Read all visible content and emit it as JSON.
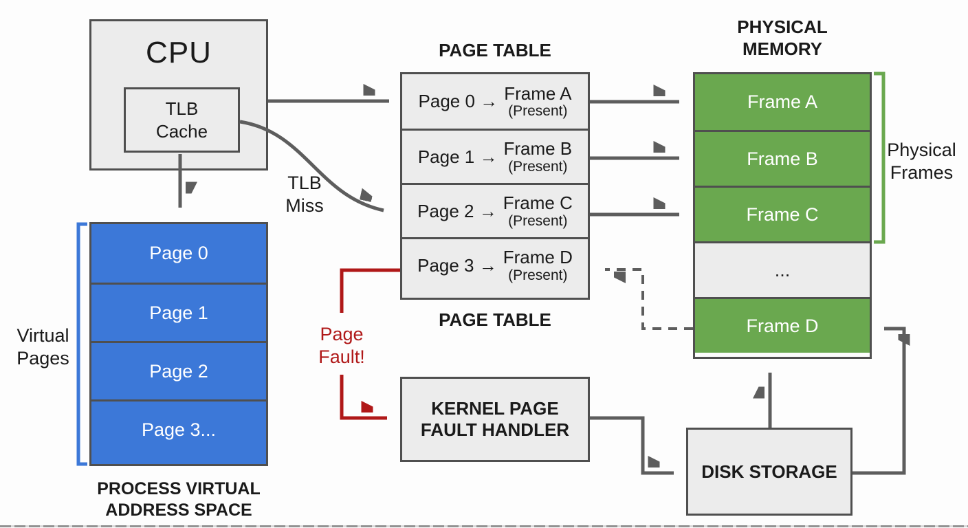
{
  "cpu": {
    "title": "CPU",
    "tlb_label": "TLB\nCache"
  },
  "labels": {
    "tlb_miss": "TLB\nMiss",
    "page_fault": "Page\nFault!",
    "virtual_pages": "Virtual\nPages",
    "physical_frames": "Physical\nFrames",
    "process_space": "PROCESS VIRTUAL\nADDRESS SPACE",
    "page_table_title_top": "PAGE TABLE",
    "page_table_title_bottom": "PAGE TABLE",
    "physical_memory_title": "PHYSICAL\nMEMORY"
  },
  "virtual_memory": {
    "pages": [
      {
        "label": "Page 0"
      },
      {
        "label": "Page 1"
      },
      {
        "label": "Page 2"
      },
      {
        "label": "Page 3..."
      }
    ]
  },
  "page_table": {
    "rows": [
      {
        "page": "Page 0 →",
        "frame": "Frame A",
        "status": "(Present)"
      },
      {
        "page": "Page 1 →",
        "frame": "Frame B",
        "status": "(Present)"
      },
      {
        "page": "Page 2 →",
        "frame": "Frame C",
        "status": "(Present)"
      },
      {
        "page": "Page 3 →",
        "frame": "Frame D",
        "status": "(Present)"
      }
    ]
  },
  "physical_memory": {
    "rows": [
      {
        "label": "Frame A",
        "fill": "#6aa84f",
        "text_color": "#ffffff"
      },
      {
        "label": "Frame B",
        "fill": "#6aa84f",
        "text_color": "#ffffff"
      },
      {
        "label": "Frame C",
        "fill": "#6aa84f",
        "text_color": "#ffffff"
      },
      {
        "label": "...",
        "fill": "#ececec",
        "text_color": "#1a1a1a"
      },
      {
        "label": "Frame D",
        "fill": "#6aa84f",
        "text_color": "#ffffff"
      }
    ]
  },
  "kernel_handler": {
    "label": "KERNEL PAGE\nFAULT HANDLER"
  },
  "disk": {
    "label": "DISK STORAGE"
  },
  "colors": {
    "frame_green": "#6aa84f",
    "page_blue": "#3c78d8",
    "box_fill": "#ececec",
    "border_gray": "#4f4f4f",
    "arrow_gray": "#5d5d5d",
    "fault_red": "#b01818"
  }
}
